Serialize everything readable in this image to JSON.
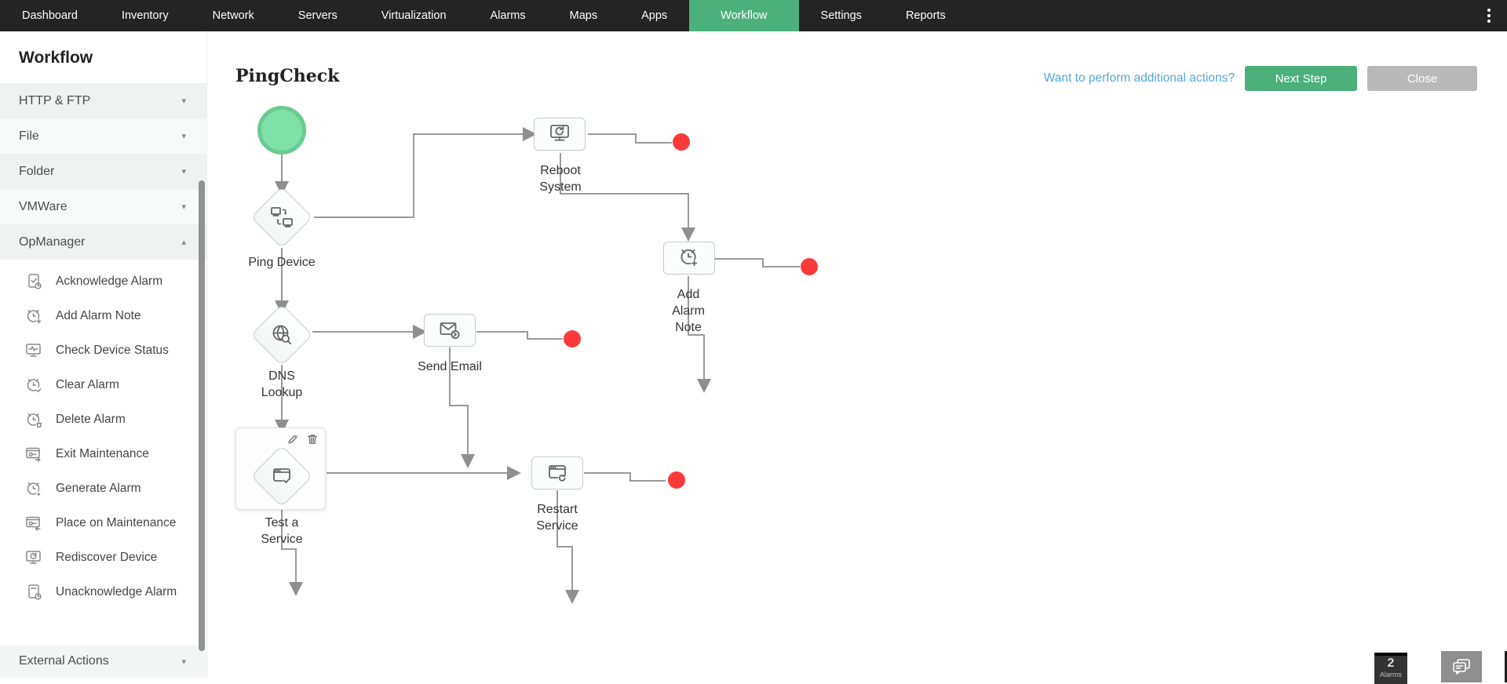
{
  "nav": {
    "items": [
      {
        "label": "Dashboard"
      },
      {
        "label": "Inventory"
      },
      {
        "label": "Network"
      },
      {
        "label": "Servers"
      },
      {
        "label": "Virtualization"
      },
      {
        "label": "Alarms"
      },
      {
        "label": "Maps"
      },
      {
        "label": "Apps"
      },
      {
        "label": "Workflow",
        "active": true
      },
      {
        "label": "Settings"
      },
      {
        "label": "Reports"
      }
    ],
    "overflow_icon": "kebab-menu-icon",
    "colors": {
      "bg": "#242424",
      "active_tab": "#4caf7c"
    }
  },
  "sidebar": {
    "title": "Workflow",
    "groups": [
      {
        "label": "HTTP & FTP",
        "state": "collapsed",
        "chevron": "▾"
      },
      {
        "label": "File",
        "state": "collapsed",
        "chevron": "▾"
      },
      {
        "label": "Folder",
        "state": "collapsed",
        "chevron": "▾"
      },
      {
        "label": "VMWare",
        "state": "collapsed",
        "chevron": "▾"
      },
      {
        "label": "OpManager",
        "state": "expanded",
        "chevron": "▴"
      }
    ],
    "opmanager_actions": [
      {
        "label": "Acknowledge Alarm",
        "icon": "acknowledge-alarm-icon"
      },
      {
        "label": "Add Alarm Note",
        "icon": "add-alarm-note-icon"
      },
      {
        "label": "Check Device Status",
        "icon": "check-device-status-icon"
      },
      {
        "label": "Clear Alarm",
        "icon": "clear-alarm-icon"
      },
      {
        "label": "Delete Alarm",
        "icon": "delete-alarm-icon"
      },
      {
        "label": "Exit Maintenance",
        "icon": "exit-maintenance-icon"
      },
      {
        "label": "Generate Alarm",
        "icon": "generate-alarm-icon"
      },
      {
        "label": "Place on Maintenance",
        "icon": "place-on-maintenance-icon"
      },
      {
        "label": "Rediscover Device",
        "icon": "rediscover-device-icon"
      },
      {
        "label": "Unacknowledge Alarm",
        "icon": "unacknowledge-alarm-icon"
      }
    ],
    "footer_group": {
      "label": "External Actions",
      "state": "collapsed",
      "chevron": "▾"
    }
  },
  "toolbar": {
    "title": "PingCheck",
    "link": "Want to perform additional actions?",
    "next_step_label": "Next Step",
    "close_label": "Close"
  },
  "diagram": {
    "nodes": [
      {
        "id": "start",
        "type": "start",
        "label": ""
      },
      {
        "id": "ping-device",
        "type": "decision",
        "label": "Ping Device",
        "icon": "ping-device-icon"
      },
      {
        "id": "reboot-system",
        "type": "action",
        "label": "Reboot System",
        "icon": "reboot-system-icon"
      },
      {
        "id": "add-alarm-note",
        "type": "action",
        "label": "Add Alarm Note",
        "icon": "add-alarm-note-icon"
      },
      {
        "id": "dns-lookup",
        "type": "decision",
        "label": "DNS Lookup",
        "icon": "dns-lookup-icon"
      },
      {
        "id": "send-email",
        "type": "action",
        "label": "Send Email",
        "icon": "send-email-icon"
      },
      {
        "id": "test-a-service",
        "type": "decision",
        "label": "Test a Service",
        "icon": "test-a-service-icon",
        "selected": true
      },
      {
        "id": "restart-service",
        "type": "action",
        "label": "Restart Service",
        "icon": "restart-service-icon"
      }
    ],
    "colors": {
      "start_fill": "#80e1a8",
      "start_border": "#69cb91",
      "connector": "#9a9a9a",
      "endpoint_dot": "#fb3b3b"
    }
  },
  "status_widgets": {
    "alarm_count": "2",
    "alarm_label": "Alarms",
    "chat_icon": "chat-messages-icon"
  }
}
